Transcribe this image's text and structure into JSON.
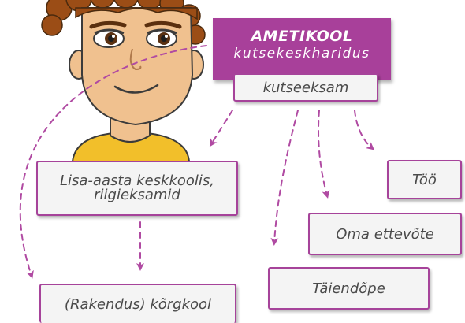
{
  "colors": {
    "accent": "#a8409a",
    "box_bg": "#f4f4f4",
    "text": "#4a4a4a"
  },
  "main_box": {
    "title": "AMETIKOOL",
    "subtitle": "kutsekeskharidus"
  },
  "top_caption": "",
  "nodes": {
    "exam": "kutseeksam",
    "extra_year_line1": "Lisa-aasta keskkoolis,",
    "extra_year_line2": "riigieksamid",
    "work": "Töö",
    "own_business": "Oma ettevõte",
    "further_training": "Täiendõpe",
    "higher_school": "(Rakendus) kõrgkool"
  }
}
